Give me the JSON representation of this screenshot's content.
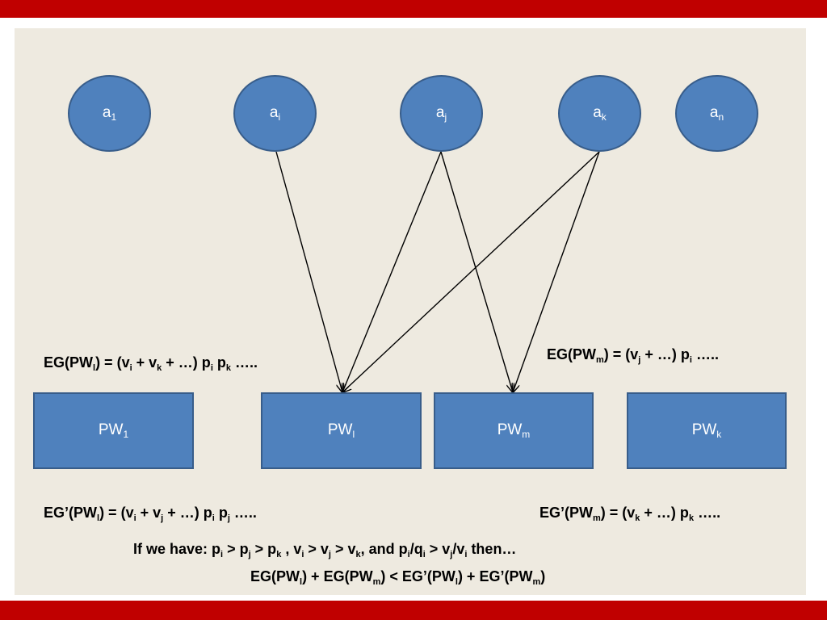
{
  "header_color": "#c00000",
  "footer_color": "#c00000",
  "node_fill": "#4f81bd",
  "node_border": "#385d8a",
  "attributes": [
    {
      "id": "a1",
      "base": "a",
      "sub": "1"
    },
    {
      "id": "ai",
      "base": "a",
      "sub": "i"
    },
    {
      "id": "aj",
      "base": "a",
      "sub": "j"
    },
    {
      "id": "ak",
      "base": "a",
      "sub": "k"
    },
    {
      "id": "an",
      "base": "a",
      "sub": "n"
    }
  ],
  "worlds": [
    {
      "id": "pw1",
      "base": "PW",
      "sub": "1"
    },
    {
      "id": "pwl",
      "base": "PW",
      "sub": "l"
    },
    {
      "id": "pwm",
      "base": "PW",
      "sub": "m"
    },
    {
      "id": "pwk",
      "base": "PW",
      "sub": "k"
    }
  ],
  "edges": [
    {
      "from": "ai",
      "to": "pwl"
    },
    {
      "from": "aj",
      "to": "pwl"
    },
    {
      "from": "aj",
      "to": "pwm"
    },
    {
      "from": "ak",
      "to": "pwl"
    },
    {
      "from": "ak",
      "to": "pwm"
    }
  ],
  "equations": {
    "eg_pwl": {
      "p1": "EG(PW",
      "s1": "l",
      "p2": ") = (v",
      "s2": "i",
      "p3": " + v",
      "s3": "k",
      "p4": " + …) p",
      "s4": "i",
      "p5": " p",
      "s5": "k",
      "p6": " ….."
    },
    "eg_pwm": {
      "p1": "EG(PW",
      "s1": "m",
      "p2": ") = (v",
      "s2": "j",
      "p3": " + …) p",
      "s3": "i",
      "p4": " ….."
    },
    "egp_pwl": {
      "p1": "EG’(PW",
      "s1": "l",
      "p2": ") = (v",
      "s2": "i",
      "p3": " + v",
      "s3": "j",
      "p4": " + …) p",
      "s4": "i",
      "p5": " p",
      "s5": "j",
      "p6": " ….."
    },
    "egp_pwm": {
      "p1": "EG’(PW",
      "s1": "m",
      "p2": ") = (v",
      "s2": "k",
      "p3": " + …) p",
      "s3": "k",
      "p4": " ….."
    },
    "condition": {
      "p1": "If we have: p",
      "s1": "i",
      "p2": " > p",
      "s2": "j",
      "p3": " > p",
      "s3": "k",
      "p4": " , v",
      "s4": "i",
      "p5": " > v",
      "s5": "j",
      "p6": " > v",
      "s6": "k",
      "p7": ",  and p",
      "s7": "i",
      "p8": "/q",
      "s8": "i",
      "p9": " > v",
      "s9": "j",
      "p10": "/v",
      "s10": "i",
      "p11": " then…"
    },
    "conclusion": {
      "p1": "EG(PW",
      "s1": "l",
      "p2": ") + EG(PW",
      "s2": "m",
      "p3": ") < EG’(PW",
      "s3": "l",
      "p4": ") + EG’(PW",
      "s4": "m",
      "p5": ")"
    }
  }
}
